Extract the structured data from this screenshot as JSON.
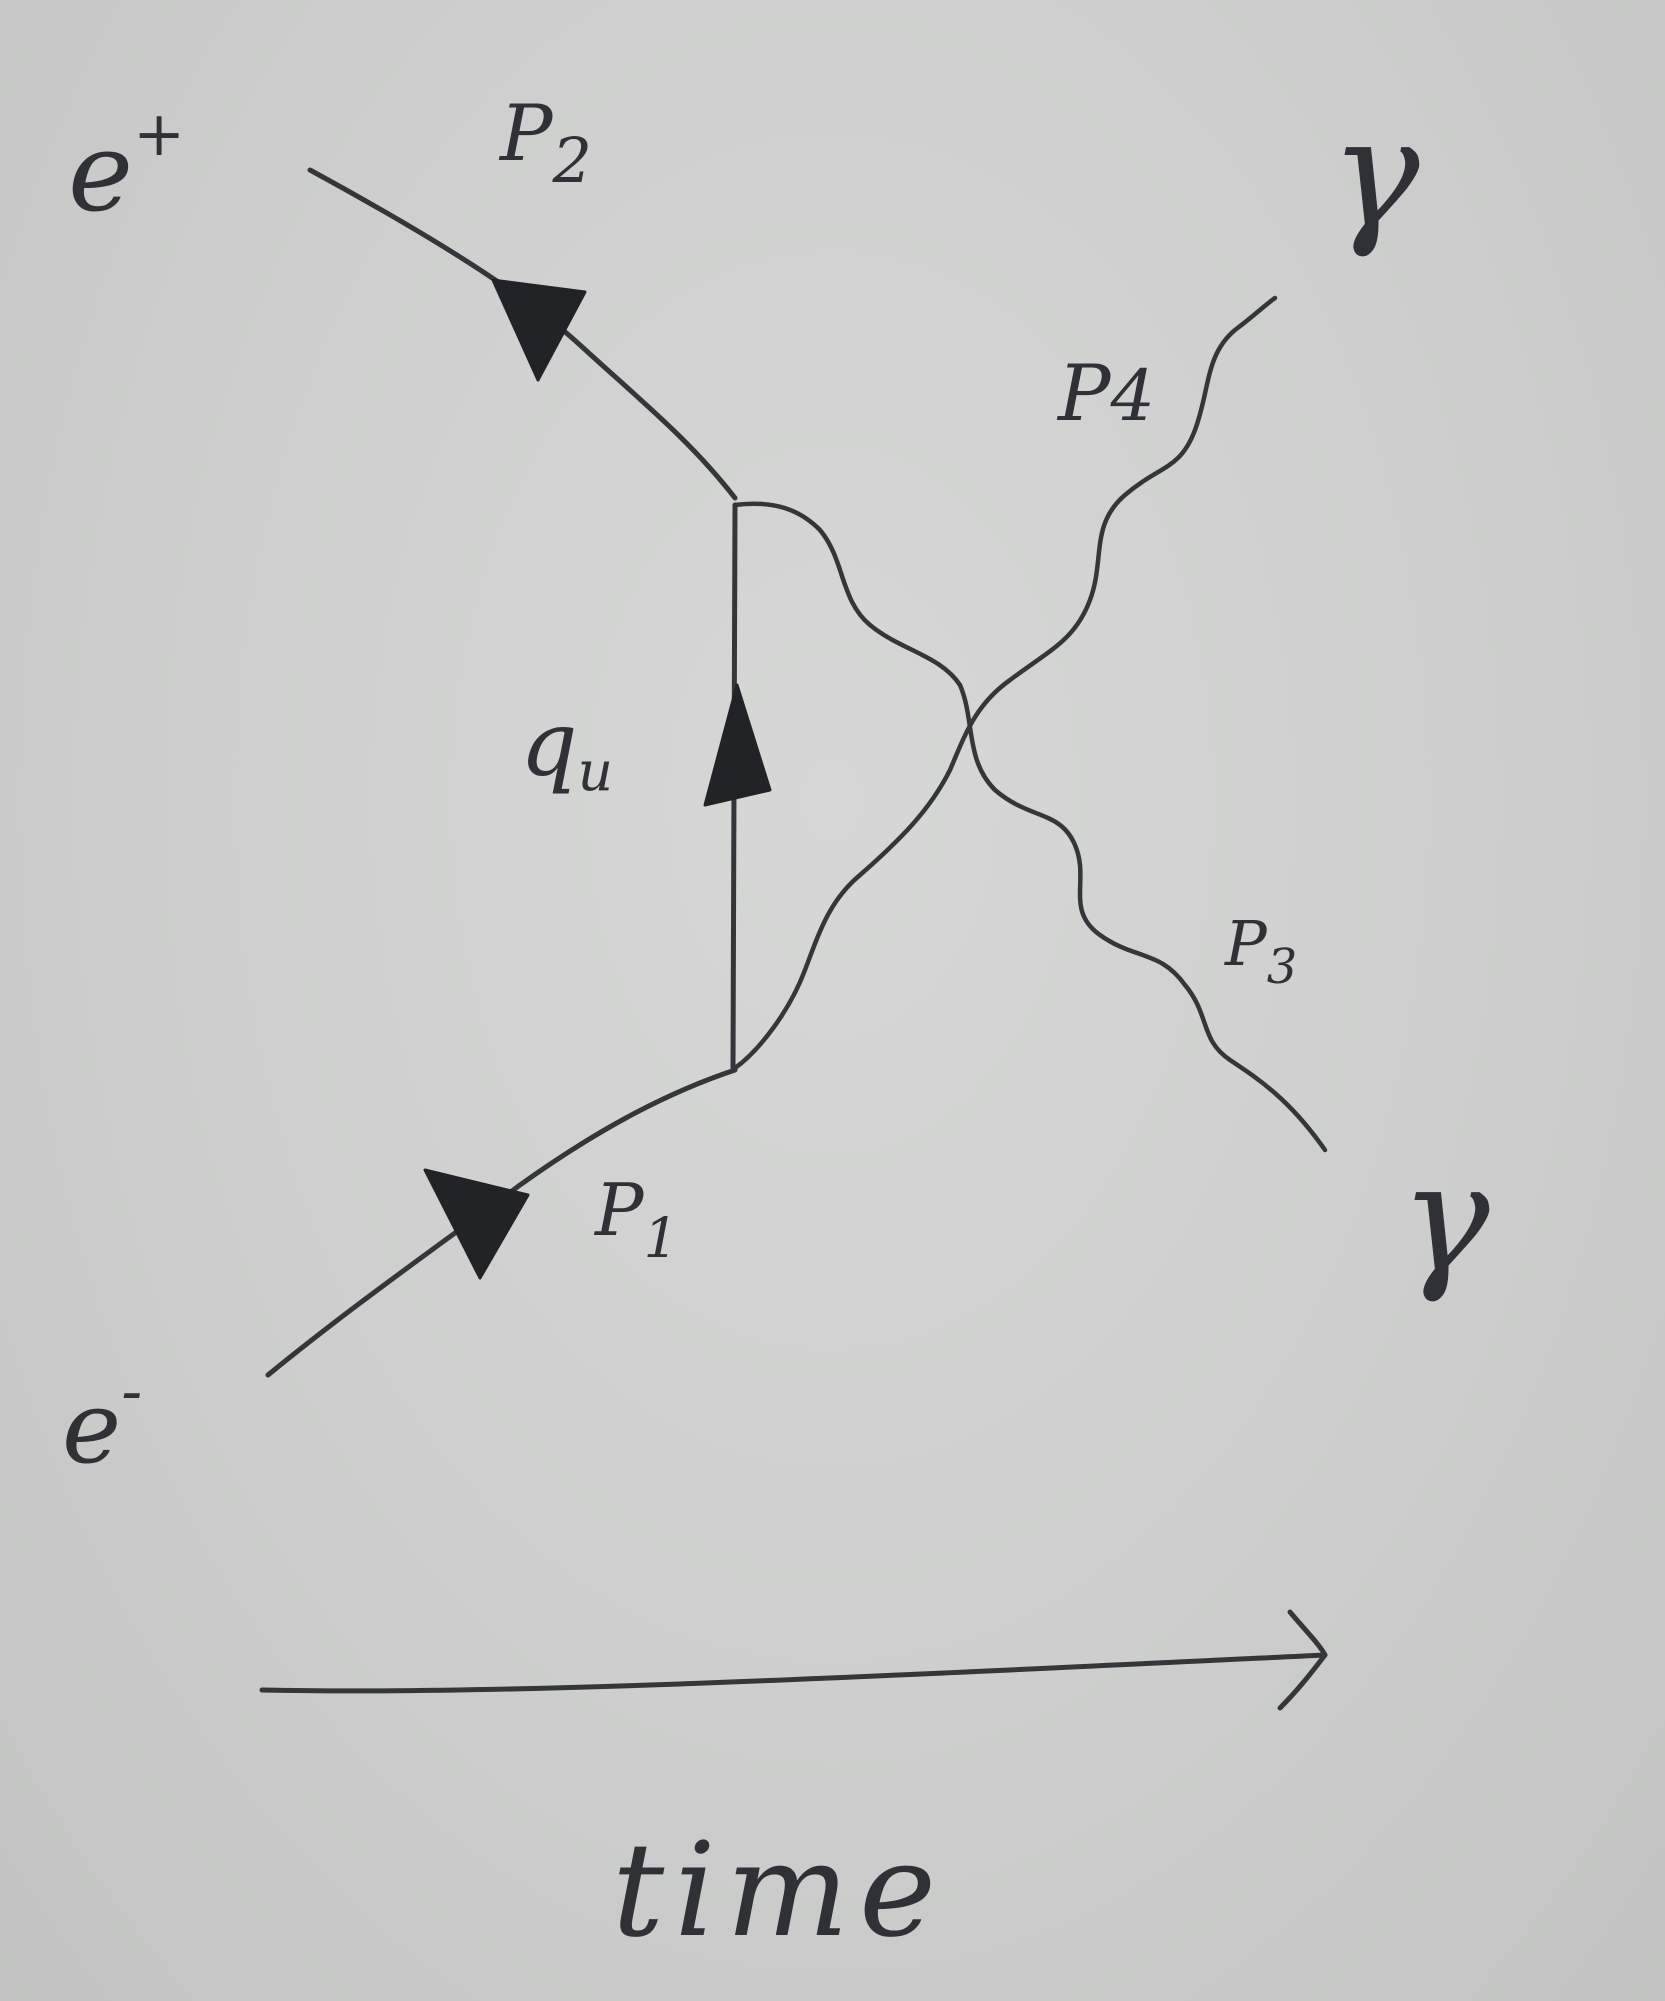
{
  "diagram": {
    "particles": {
      "positron": {
        "symbol": "e",
        "sign": "+"
      },
      "electron": {
        "symbol": "e",
        "sign": "-"
      },
      "photon_top": "γ",
      "photon_bottom": "γ"
    },
    "momenta": {
      "p1": {
        "base": "P",
        "sub": "1"
      },
      "p2": {
        "base": "P",
        "sub": "2"
      },
      "p3": {
        "base": "P",
        "sub": "3"
      },
      "p4": {
        "base": "P",
        "sub": "4"
      },
      "q": {
        "base": "q",
        "sub": "u"
      }
    },
    "time_axis_label": "time"
  }
}
